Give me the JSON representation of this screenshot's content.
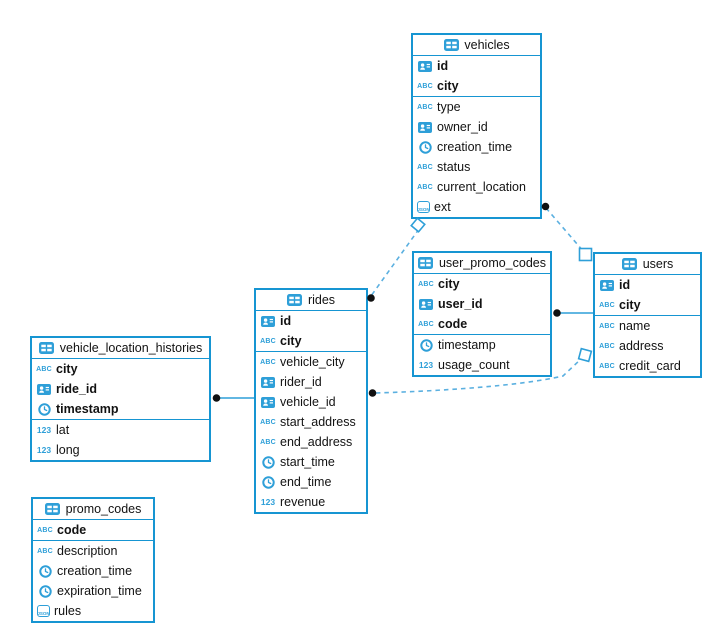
{
  "diagram": {
    "background": "#ffffff",
    "accent": "#1695d2",
    "wire_color": "#5bb0e0",
    "icons": {
      "text": "ABC",
      "number": "123",
      "json": "JSON"
    }
  },
  "tables": [
    {
      "name": "vehicles",
      "pk": [
        {
          "name": "id",
          "type": "uuid"
        },
        {
          "name": "city",
          "type": "text"
        }
      ],
      "cols": [
        {
          "name": "type",
          "type": "text"
        },
        {
          "name": "owner_id",
          "type": "uuid"
        },
        {
          "name": "creation_time",
          "type": "timestamp"
        },
        {
          "name": "status",
          "type": "text"
        },
        {
          "name": "current_location",
          "type": "text"
        },
        {
          "name": "ext",
          "type": "json"
        }
      ]
    },
    {
      "name": "user_promo_codes",
      "pk": [
        {
          "name": "city",
          "type": "text"
        },
        {
          "name": "user_id",
          "type": "uuid"
        },
        {
          "name": "code",
          "type": "text"
        }
      ],
      "cols": [
        {
          "name": "timestamp",
          "type": "timestamp"
        },
        {
          "name": "usage_count",
          "type": "number"
        }
      ]
    },
    {
      "name": "users",
      "pk": [
        {
          "name": "id",
          "type": "uuid"
        },
        {
          "name": "city",
          "type": "text"
        }
      ],
      "cols": [
        {
          "name": "name",
          "type": "text"
        },
        {
          "name": "address",
          "type": "text"
        },
        {
          "name": "credit_card",
          "type": "text"
        }
      ]
    },
    {
      "name": "rides",
      "pk": [
        {
          "name": "id",
          "type": "uuid"
        },
        {
          "name": "city",
          "type": "text"
        }
      ],
      "cols": [
        {
          "name": "vehicle_city",
          "type": "text"
        },
        {
          "name": "rider_id",
          "type": "uuid"
        },
        {
          "name": "vehicle_id",
          "type": "uuid"
        },
        {
          "name": "start_address",
          "type": "text"
        },
        {
          "name": "end_address",
          "type": "text"
        },
        {
          "name": "start_time",
          "type": "timestamp"
        },
        {
          "name": "end_time",
          "type": "timestamp"
        },
        {
          "name": "revenue",
          "type": "number"
        }
      ]
    },
    {
      "name": "vehicle_location_histories",
      "pk": [
        {
          "name": "city",
          "type": "text"
        },
        {
          "name": "ride_id",
          "type": "uuid"
        },
        {
          "name": "timestamp",
          "type": "timestamp"
        }
      ],
      "cols": [
        {
          "name": "lat",
          "type": "number"
        },
        {
          "name": "long",
          "type": "number"
        }
      ]
    },
    {
      "name": "promo_codes",
      "pk": [
        {
          "name": "code",
          "type": "text"
        }
      ],
      "cols": [
        {
          "name": "description",
          "type": "text"
        },
        {
          "name": "creation_time",
          "type": "timestamp"
        },
        {
          "name": "expiration_time",
          "type": "timestamp"
        },
        {
          "name": "rules",
          "type": "json"
        }
      ]
    }
  ],
  "relationships": [
    {
      "from": "rides",
      "to": "vehicles",
      "style": "dashed"
    },
    {
      "from": "vehicles",
      "to": "users",
      "style": "dashed"
    },
    {
      "from": "user_promo_codes",
      "to": "users",
      "style": "solid"
    },
    {
      "from": "rides",
      "to": "users",
      "style": "dashed"
    },
    {
      "from": "vehicle_location_histories",
      "to": "rides",
      "style": "solid"
    }
  ]
}
